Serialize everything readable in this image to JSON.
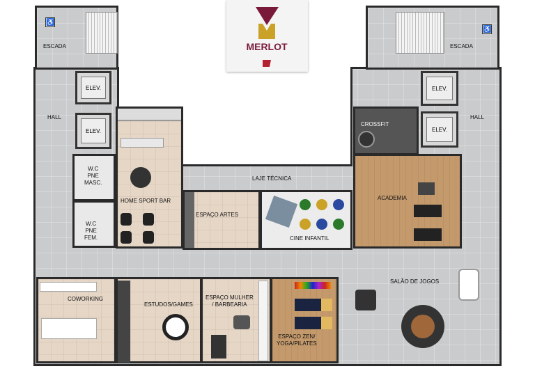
{
  "logo": {
    "brand": "MERLOT",
    "colors": {
      "wine": "#7a1a3a",
      "gold": "#c9a227"
    }
  },
  "stairs": {
    "left_label": "ESCADA",
    "right_label": "ESCADA"
  },
  "accessibility_icon": "wheelchair-icon",
  "halls": {
    "left": "HALL",
    "right": "HALL"
  },
  "elevators": [
    "ELEV.",
    "ELEV.",
    "ELEV.",
    "ELEV."
  ],
  "rooms": {
    "wc_masc": "W.C\nPNE\nMASC.",
    "wc_fem": "W.C\nPNE\nFEM.",
    "home_sport_bar": "HOME SPORT BAR",
    "laje_tecnica": "LAJE TÉCNICA",
    "espaco_artes": "ESPAÇO ARTES",
    "cine_infantil": "CINE INFANTIL",
    "crossfit": "CROSSFIT",
    "academia": "ACADEMIA",
    "coworking": "COWORKING",
    "estudos_games": "ESTUDOS/GAMES",
    "espaco_mulher": "ESPAÇO MULHER\n/ BARBEARIA",
    "espaco_zen": "ESPAÇO ZEN/\nYOGA/PILATES",
    "salao_jogos": "SALÃO DE JOGOS"
  }
}
